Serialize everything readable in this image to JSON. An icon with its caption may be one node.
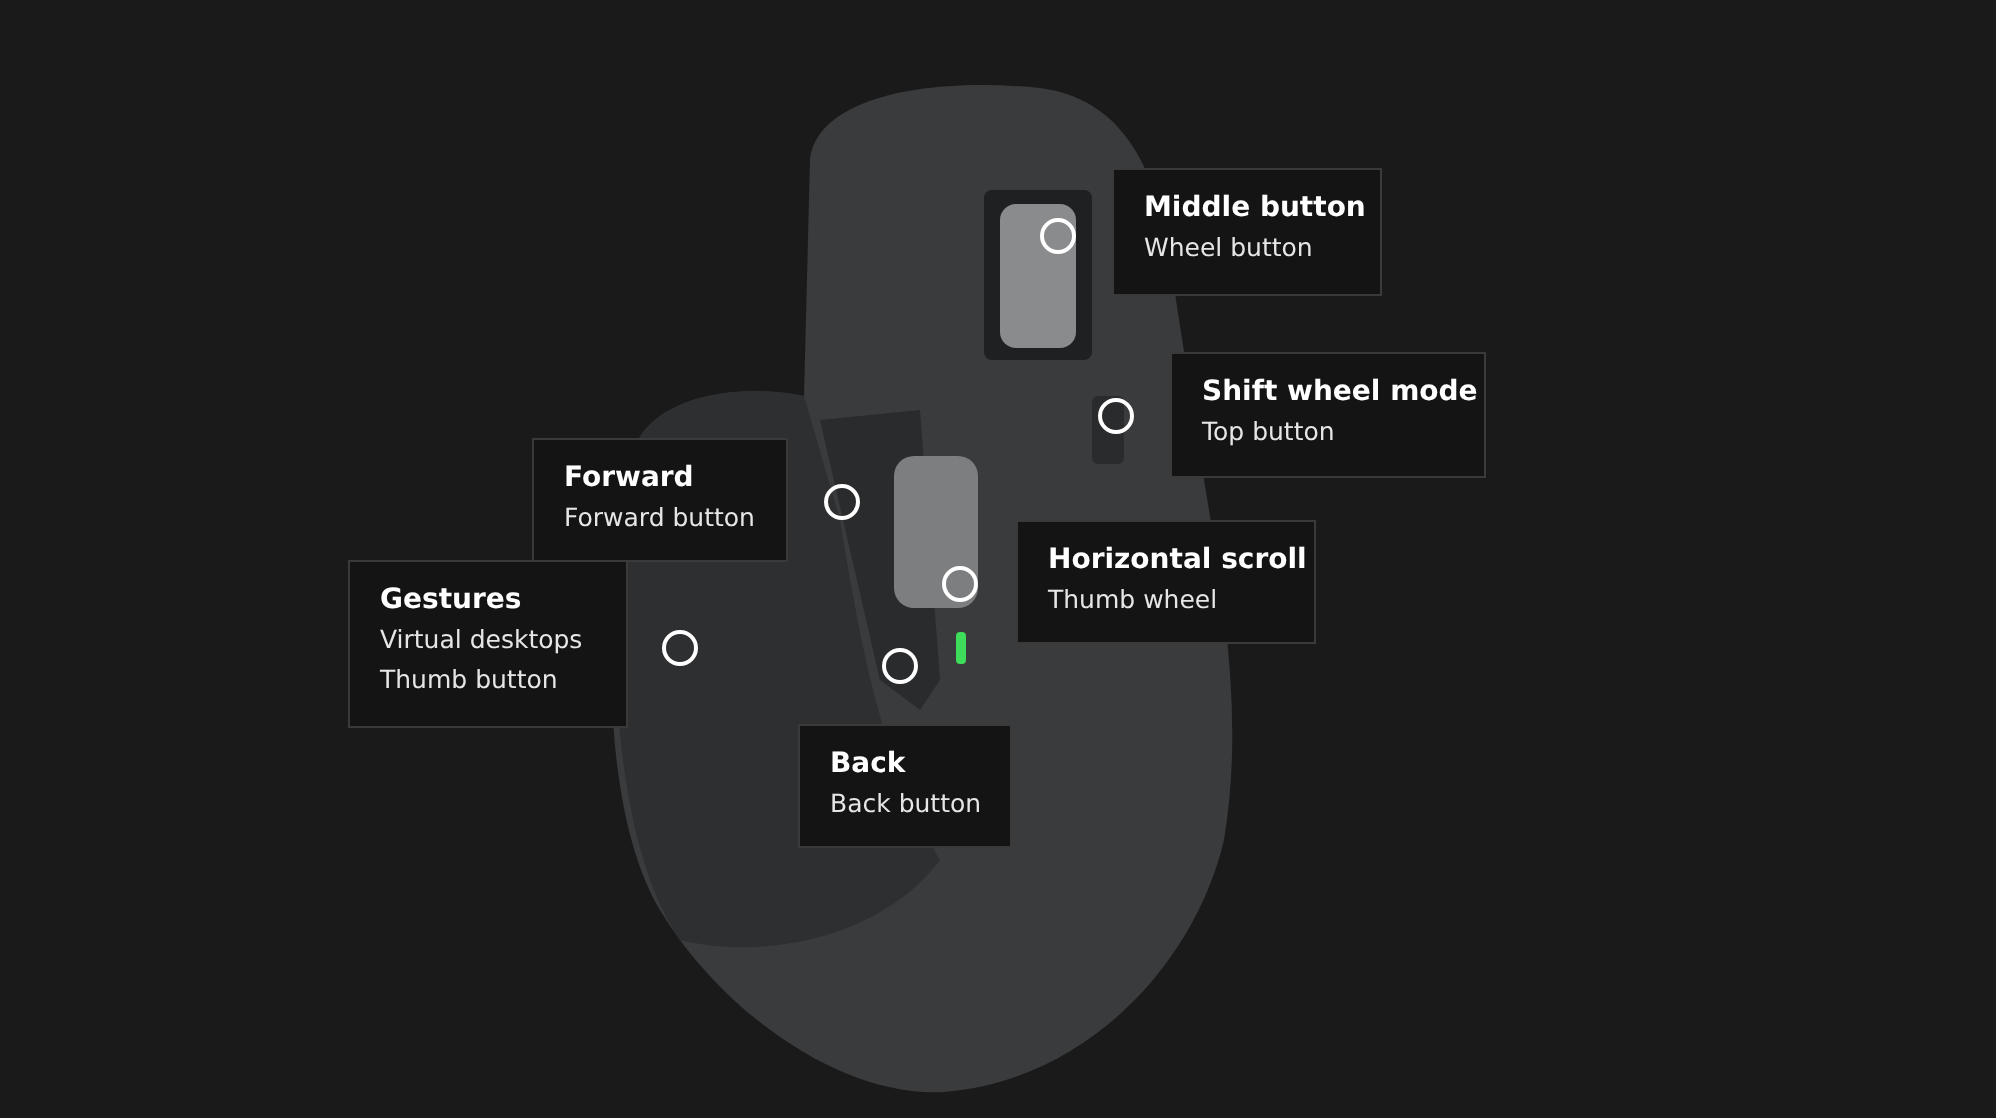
{
  "diagram": {
    "nodes": [
      {
        "text": [
          "Middle button",
          "Wheel button"
        ]
      },
      {
        "text": [
          "Shift wheel mode",
          "Top button"
        ]
      },
      {
        "text": [
          "Forward",
          "Forward button"
        ]
      },
      {
        "text": [
          "Horizontal scroll",
          "Thumb wheel"
        ]
      },
      {
        "text": [
          "Gestures",
          "Virtual desktops",
          "Thumb button"
        ]
      },
      {
        "text": [
          "Back",
          "Back button"
        ]
      },
      {
        "text": [],
        "shape": "circle"
      },
      {
        "text": [],
        "shape": "circle"
      },
      {
        "text": [],
        "shape": "circle"
      },
      {
        "text": [],
        "shape": "circle"
      },
      {
        "text": [],
        "shape": "circle"
      },
      {
        "text": [],
        "shape": "circle"
      }
    ]
  }
}
